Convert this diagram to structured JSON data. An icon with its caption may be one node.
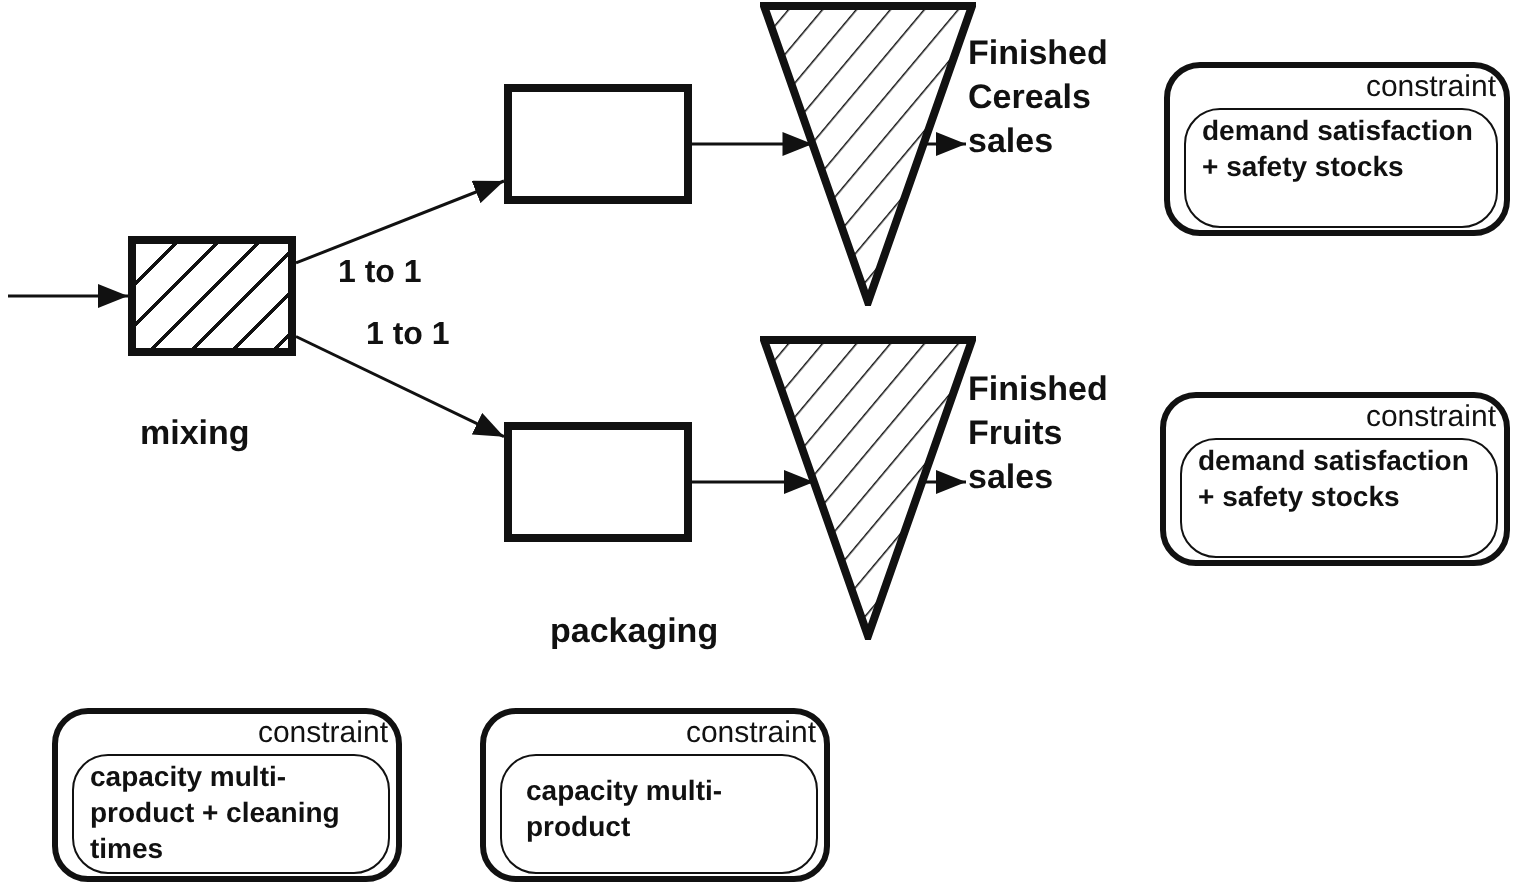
{
  "diagram": {
    "nodes": [
      {
        "text": [],
        "shape": "box",
        "beside": [
          "mixing"
        ]
      },
      {
        "text": [],
        "shape": "box"
      },
      {
        "text": [],
        "shape": "box"
      },
      {
        "text": [],
        "shape": "triangle"
      },
      {
        "text": [
          "Finished Cereals sales"
        ]
      },
      {
        "text": [],
        "shape": "triangle"
      },
      {
        "text": [
          "Finished Fruits sales"
        ]
      },
      {
        "text": [
          "constraint"
        ]
      },
      {
        "text": [
          "demand satisfaction + safety stocks"
        ],
        "in": 7
      },
      {
        "text": [
          "constraint"
        ]
      },
      {
        "text": [
          "demand satisfaction + safety stocks"
        ],
        "in": 9
      },
      {
        "text": [
          "constraint"
        ]
      },
      {
        "text": [
          "capacity multi-product + cleaning times"
        ],
        "in": 11
      },
      {
        "text": [
          "constraint"
        ]
      },
      {
        "text": [
          "capacity multi-product"
        ],
        "in": 13
      }
    ],
    "edges": [
      {
        "from": null,
        "to": 0,
        "arrow": "to"
      },
      {
        "from": 0,
        "to": 1,
        "arrow": "to",
        "label": "1 to 1"
      },
      {
        "from": 0,
        "to": 2,
        "arrow": "to",
        "label": "1 to 1"
      },
      {
        "from": 1,
        "to": 3,
        "arrow": "to"
      },
      {
        "from": 2,
        "to": 5,
        "arrow": "to"
      },
      {
        "from": 3,
        "to": 4,
        "arrow": "to"
      },
      {
        "from": 5,
        "to": 6,
        "arrow": "to"
      }
    ],
    "labels": [
      "packaging"
    ]
  }
}
